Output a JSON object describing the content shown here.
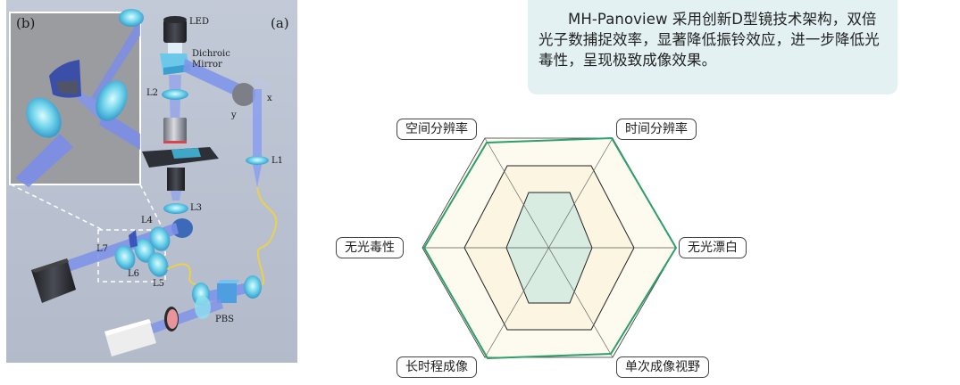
{
  "figure": {
    "panel_a_label": "(a)",
    "panel_b_label": "(b)",
    "components": {
      "led": "LED",
      "dichroic_line1": "Dichroic",
      "dichroic_line2": "Mirror",
      "l1": "L1",
      "l2": "L2",
      "l3": "L3",
      "l4": "L4",
      "l5": "L5",
      "l6": "L6",
      "l7": "L7",
      "pbs": "PBS",
      "axis_x": "x",
      "axis_y": "y"
    }
  },
  "description": {
    "text": "MH-Panoview 采用创新D型镜技术架构，双倍光子数捕捉效率，显著降低振铃效应，进一步降低光毒性，呈现极致成像效果。"
  },
  "colors": {
    "desc_bg": "#e3f1f3",
    "radar_outline": "#2e9e6b",
    "inner_fill": "#d8ece2",
    "mid_fill": "#fbf5e2",
    "outer_fill": "#fdfbef",
    "grid_line": "#333333"
  },
  "chart_data": {
    "type": "radar",
    "title": "",
    "axes": [
      "空间分辨率",
      "时间分辨率",
      "无光漂白",
      "单次成像视野",
      "长时程成像",
      "无光毒性"
    ],
    "rings": 3,
    "range": [
      0,
      3
    ],
    "series": [
      {
        "name": "MH-Panoview",
        "color": "#2e9e6b",
        "values": [
          3,
          3,
          3,
          3,
          3,
          3
        ]
      }
    ],
    "legend": "none",
    "grid": true
  },
  "radar": {
    "labels": {
      "top_left": "空间分辨率",
      "top_right": "时间分辨率",
      "right": "无光漂白",
      "bottom_right": "单次成像视野",
      "bottom_left": "长时程成像",
      "left": "无光毒性"
    }
  }
}
